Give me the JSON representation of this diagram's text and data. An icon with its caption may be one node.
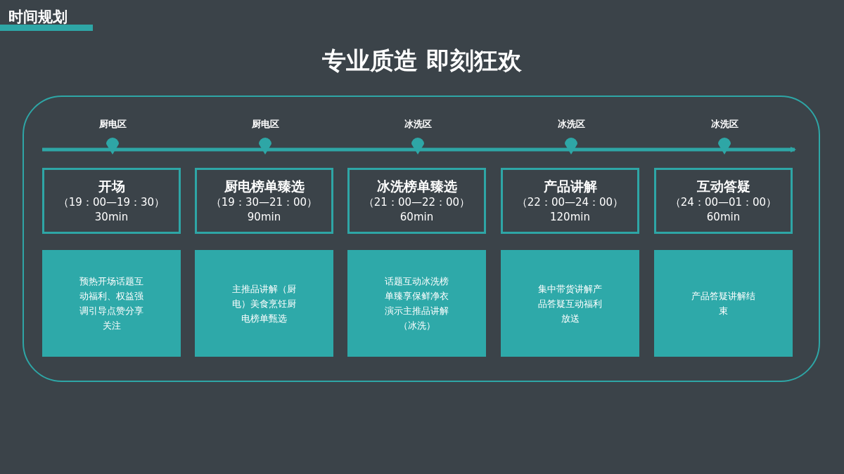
{
  "diagram": {
    "title": "专业质造 即刻狂欢",
    "nodes": [
      {
        "text": [
          "开场",
          "（19：00—19：30）",
          "30min"
        ]
      },
      {
        "text": [
          "厨电榜单臻选",
          "（19：30—21：00）",
          "90min"
        ]
      },
      {
        "text": [
          "冰洗榜单臻选",
          "（21：00—22：00）",
          "60min"
        ]
      },
      {
        "text": [
          "产品讲解",
          "（22：00—24：00）",
          "120min"
        ]
      },
      {
        "text": [
          "互动答疑",
          "（24：00—01：00）",
          "60min"
        ]
      },
      {
        "text": [
          "预热开场话题互动福利、权益强调引导点赞分享关注"
        ]
      },
      {
        "text": [
          "主推品讲解（厨电）美食烹饪厨电榜单甄选"
        ]
      },
      {
        "text": [
          "话题互动冰洗榜单臻享保鲜净衣演示主推品讲解（冰洗）"
        ]
      },
      {
        "text": [
          "集中带货讲解产品答疑互动福利放送"
        ]
      },
      {
        "text": [
          "产品答疑讲解结束"
        ]
      }
    ],
    "edges": [],
    "labels": [
      "时间规划",
      "厨电区",
      "厨电区",
      "冰洗区",
      "冰洗区",
      "冰洗区"
    ]
  }
}
